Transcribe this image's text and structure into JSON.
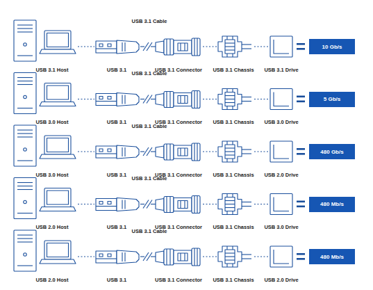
{
  "diagram": {
    "nodes": [
      {
        "text": [
          "10 Gb/s"
        ]
      },
      {
        "text": [
          "5 Gb/s"
        ]
      },
      {
        "text": [
          "480 Gb/s"
        ]
      },
      {
        "text": [
          "480 Mb/s"
        ]
      },
      {
        "text": [
          "480 Mb/s"
        ]
      }
    ],
    "labels": [
      "USB 3.1 Cable",
      "USB 3.1 Host",
      "USB 3.1",
      "USB 3.1 Connector",
      "USB 3.1 Chassis",
      "USB 3.1 Drive",
      "USB 3.1 Cable",
      "USB 3.0 Host",
      "USB 3.1",
      "USB 3.1 Connector",
      "USB 3.1 Chassis",
      "USB 3.0 Drive",
      "USB 3.1 Cable",
      "USB 3.0 Host",
      "USB 3.1",
      "USB 3.1 Connector",
      "USB 3.1 Chassis",
      "USB 2.0 Drive",
      "USB 3.1 Cable",
      "USB 2.0 Host",
      "USB 3.1",
      "USB 3.1 Connector",
      "USB 3.1 Chassis",
      "USB 3.0 Drive",
      "USB 3.1 Cable",
      "USB 2.0 Host",
      "USB 3.1",
      "USB 3.1 Connector",
      "USB 3.1 Chassis",
      "USB 2.0 Drive"
    ]
  }
}
